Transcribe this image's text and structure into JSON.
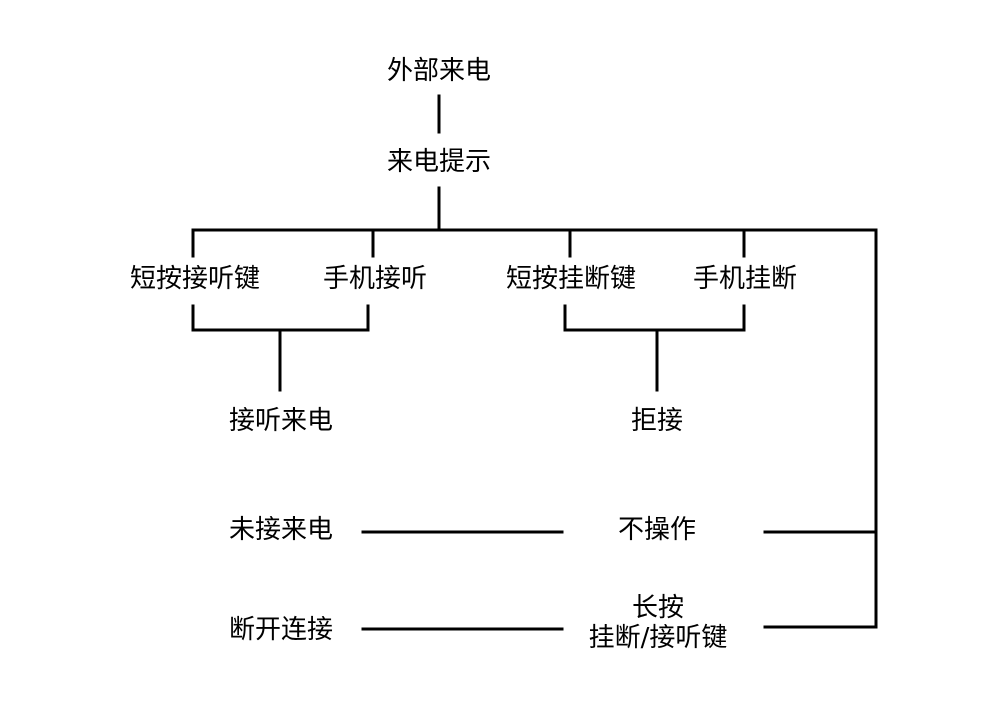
{
  "diagram": {
    "nodes": {
      "incoming_call": "外部来电",
      "call_alert": "来电提示",
      "short_press_answer_key": "短按接听键",
      "phone_answer": "手机接听",
      "short_press_hangup_key": "短按挂断键",
      "phone_hangup": "手机挂断",
      "answer_call": "接听来电",
      "reject": "拒接",
      "missed_call": "未接来电",
      "no_action": "不操作",
      "disconnect": "断开连接",
      "long_press_line1": "长按",
      "long_press_line2": "挂断/接听键"
    }
  }
}
